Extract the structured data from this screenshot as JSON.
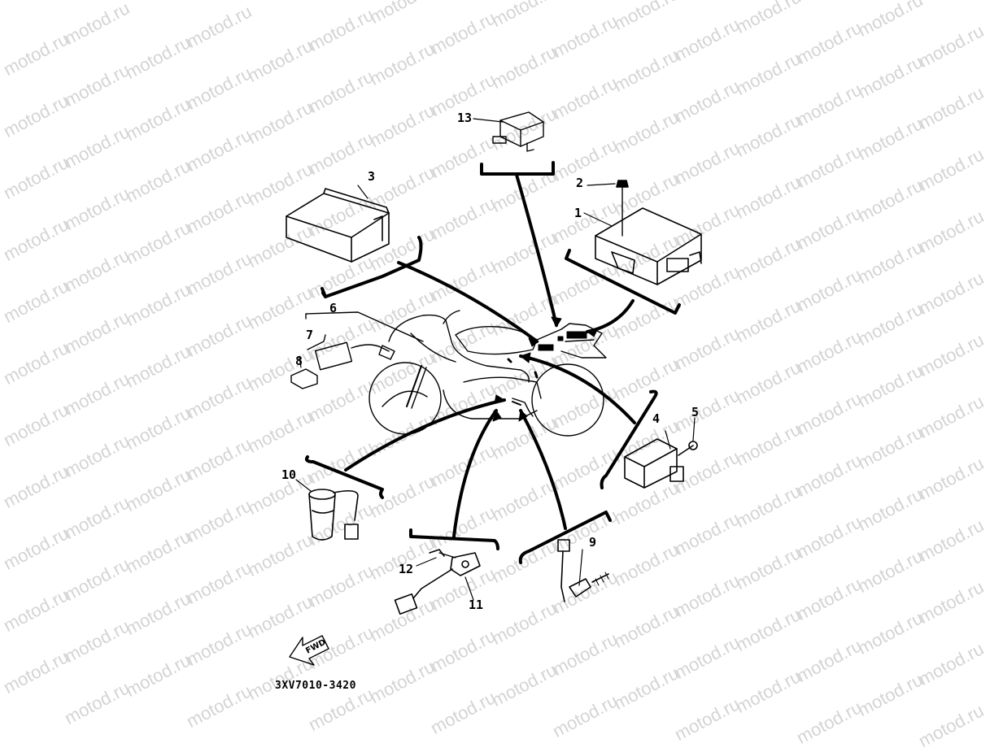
{
  "watermark": {
    "text": "motod.ru",
    "color": "#d4d4d4"
  },
  "callouts": [
    {
      "label": "1",
      "part": "ecu-unit"
    },
    {
      "label": "2",
      "part": "ecu-bolt"
    },
    {
      "label": "3",
      "part": "battery-box"
    },
    {
      "label": "4",
      "part": "relay-unit"
    },
    {
      "label": "5",
      "part": "relay-bolt"
    },
    {
      "label": "6",
      "part": "harness-lead"
    },
    {
      "label": "7",
      "part": "flasher-relay"
    },
    {
      "label": "8",
      "part": "small-relay"
    },
    {
      "label": "9",
      "part": "sensor-9"
    },
    {
      "label": "10",
      "part": "speed-sensor"
    },
    {
      "label": "11",
      "part": "sidestand-switch"
    },
    {
      "label": "12",
      "part": "switch-bolt"
    },
    {
      "label": "13",
      "part": "top-relay"
    }
  ],
  "fwd_label": "FWD",
  "part_code": "3XV7010-3420",
  "colors": {
    "line": "#000000",
    "background": "#ffffff"
  }
}
